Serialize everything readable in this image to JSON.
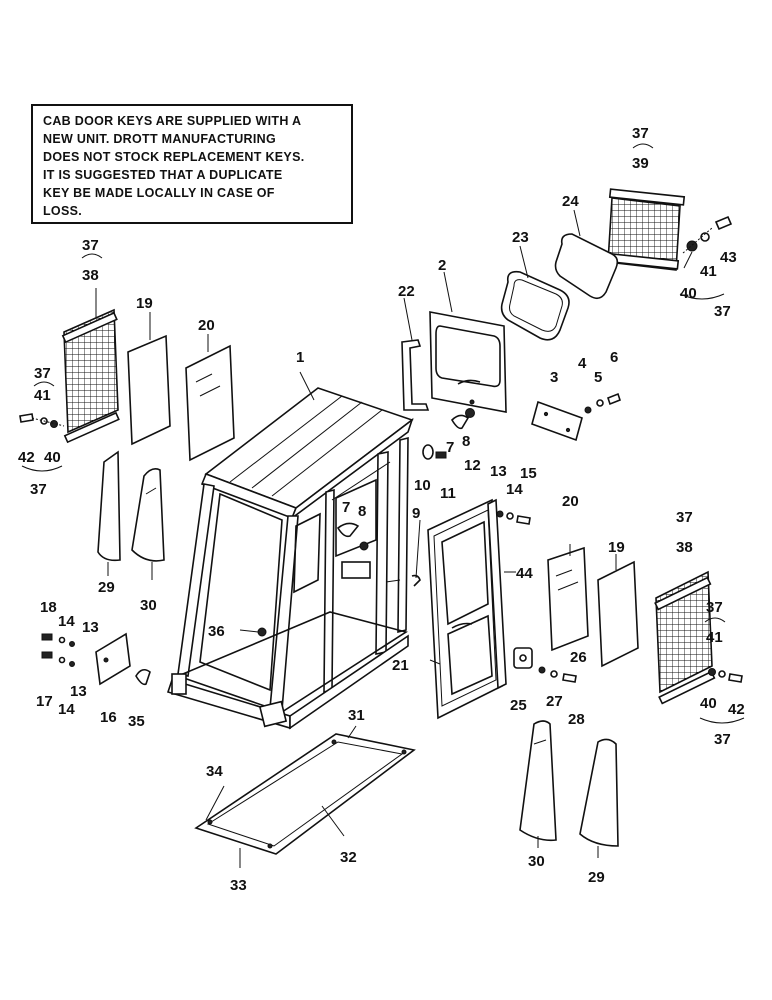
{
  "note": {
    "lines": [
      "CAB DOOR KEYS ARE SUPPLIED WITH A",
      "NEW UNIT.  DROTT MANUFACTURING",
      "DOES NOT STOCK REPLACEMENT KEYS.",
      "IT IS SUGGESTED THAT A DUPLICATE",
      "KEY BE MADE LOCALLY IN CASE OF",
      "LOSS."
    ]
  },
  "callouts": {
    "c37a": "37",
    "c39": "39",
    "c24": "24",
    "c23": "23",
    "c2": "2",
    "c22": "22",
    "c43": "43",
    "c41a": "41",
    "c40a": "40",
    "c37b": "37",
    "c37c": "37",
    "c38a": "38",
    "c19a": "19",
    "c20a": "20",
    "c1": "1",
    "c37d": "37",
    "c41b": "41",
    "c42a": "42",
    "c40b": "40",
    "c37e": "37",
    "c3": "3",
    "c4": "4",
    "c5": "5",
    "c6": "6",
    "c7a": "7",
    "c8a": "8",
    "c10": "10",
    "c11": "11",
    "c12": "12",
    "c13a": "13",
    "c14a": "14",
    "c15": "15",
    "c7b": "7",
    "c8b": "8",
    "c9": "9",
    "c29a": "29",
    "c30a": "30",
    "c20b": "20",
    "c19b": "19",
    "c37f": "37",
    "c38b": "38",
    "c44": "44",
    "c18": "18",
    "c14b": "14",
    "c13b": "13",
    "c36": "36",
    "c17": "17",
    "c14c": "14",
    "c13c": "13",
    "c16": "16",
    "c35": "35",
    "c21": "21",
    "c26": "26",
    "c25": "25",
    "c27": "27",
    "c28": "28",
    "c37g": "37",
    "c41c": "41",
    "c40c": "40",
    "c42b": "42",
    "c37h": "37",
    "c31": "31",
    "c34": "34",
    "c32": "32",
    "c33": "33",
    "c30b": "30",
    "c29b": "29"
  }
}
